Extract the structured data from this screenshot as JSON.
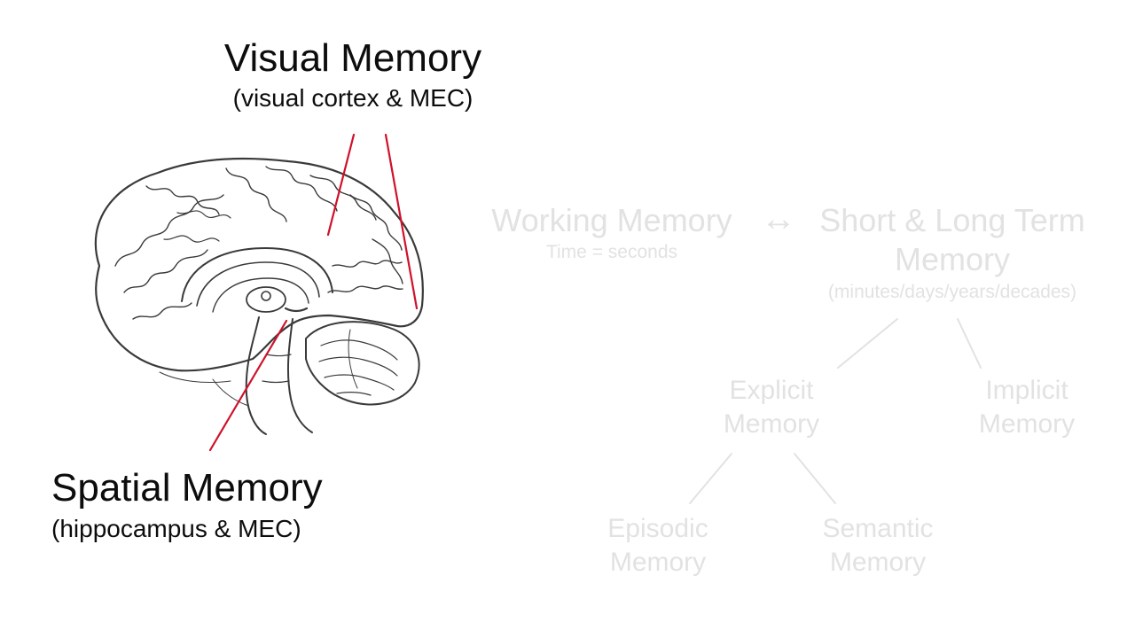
{
  "labels": {
    "visual_title": "Visual Memory",
    "visual_sub": "(visual cortex & MEC)",
    "spatial_title": "Spatial Memory",
    "spatial_sub": "(hippocampus & MEC)"
  },
  "tree": {
    "working_title": "Working Memory",
    "working_sub": "Time = seconds",
    "arrow": "↔",
    "short_long_line1": "Short & Long Term",
    "short_long_line2": "Memory",
    "short_long_sub": "(minutes/days/years/decades)",
    "explicit_line1": "Explicit",
    "explicit_line2": "Memory",
    "implicit_line1": "Implicit",
    "implicit_line2": "Memory",
    "episodic_line1": "Episodic",
    "episodic_line2": "Memory",
    "semantic_line1": "Semantic",
    "semantic_line2": "Memory"
  },
  "colors": {
    "pointer": "#d0112b",
    "faded_text": "#e2e2e2",
    "brain_ink": "#3a3a3a"
  },
  "icons": {
    "brain": "brain-sagittal-sketch-icon"
  }
}
